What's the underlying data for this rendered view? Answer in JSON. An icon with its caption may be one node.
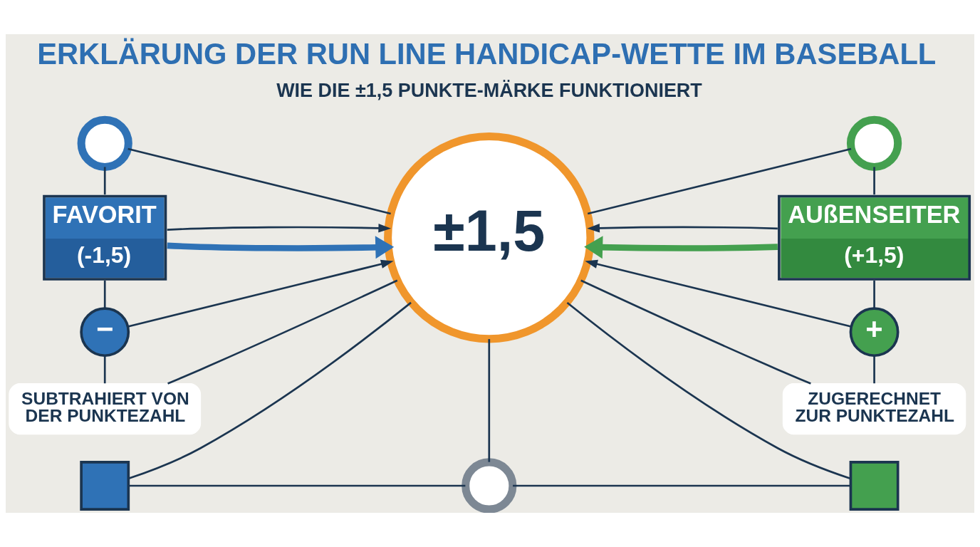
{
  "diagram": {
    "title": "ERKLÄRUNG DER RUN LINE HANDICAP-WETTE IM BASEBALL",
    "nodes": [
      {
        "text": [],
        "shape": "circle"
      },
      {
        "text": [],
        "shape": "circle"
      },
      {
        "text": [
          "FAVORIT",
          "(-1,5)"
        ]
      },
      {
        "text": [
          "±1,5"
        ]
      },
      {
        "text": [
          "AUßENSEITER",
          "(+1,5)"
        ]
      },
      {
        "text": [
          "−"
        ]
      },
      {
        "text": [
          "+"
        ]
      },
      {
        "text": [
          "SUBTRAHIERT VON DER PUNKTEZAHL"
        ]
      },
      {
        "text": [],
        "shape": "box"
      },
      {
        "text": [],
        "shape": "circle"
      },
      {
        "text": [],
        "shape": "box"
      },
      {
        "text": [
          "ZUGERECHNET ZUR PUNKTEZAHL"
        ]
      }
    ],
    "edges": [
      {
        "from": 2,
        "to": 3,
        "arrow": "to",
        "style": "thick",
        "color": "#2f72b6"
      },
      {
        "from": 4,
        "to": 3,
        "arrow": "to",
        "style": "thick",
        "color": "#44a04f"
      },
      {
        "from": 2,
        "to": 3,
        "arrow": "to"
      },
      {
        "from": 4,
        "to": 3,
        "arrow": "to"
      },
      {
        "from": 5,
        "to": 3,
        "arrow": "to"
      },
      {
        "from": 6,
        "to": 3,
        "arrow": "to"
      },
      {
        "from": 2,
        "to": 5,
        "arrow": "none"
      },
      {
        "from": 5,
        "to": 7,
        "arrow": "none"
      },
      {
        "from": 4,
        "to": 6,
        "arrow": "none"
      },
      {
        "from": 6,
        "to": 11,
        "arrow": "none"
      },
      {
        "from": 7,
        "to": 3,
        "arrow": "none"
      },
      {
        "from": 3,
        "to": 11,
        "arrow": "none"
      },
      {
        "from": 0,
        "to": 2,
        "arrow": "none"
      },
      {
        "from": 0,
        "to": 3,
        "arrow": "none"
      },
      {
        "from": 3,
        "to": 1,
        "arrow": "none"
      },
      {
        "from": 1,
        "to": 4,
        "arrow": "none"
      },
      {
        "from": 3,
        "to": 9,
        "arrow": "none"
      },
      {
        "from": 8,
        "to": 3,
        "arrow": "none"
      },
      {
        "from": 8,
        "to": 9,
        "arrow": "none"
      },
      {
        "from": 3,
        "to": 10,
        "arrow": "none"
      },
      {
        "from": 9,
        "to": 10,
        "arrow": "none"
      }
    ],
    "labels": [
      "WIE DIE ±1,5 PUNKTE-MÄRKE FUNKTIONIERT"
    ]
  }
}
